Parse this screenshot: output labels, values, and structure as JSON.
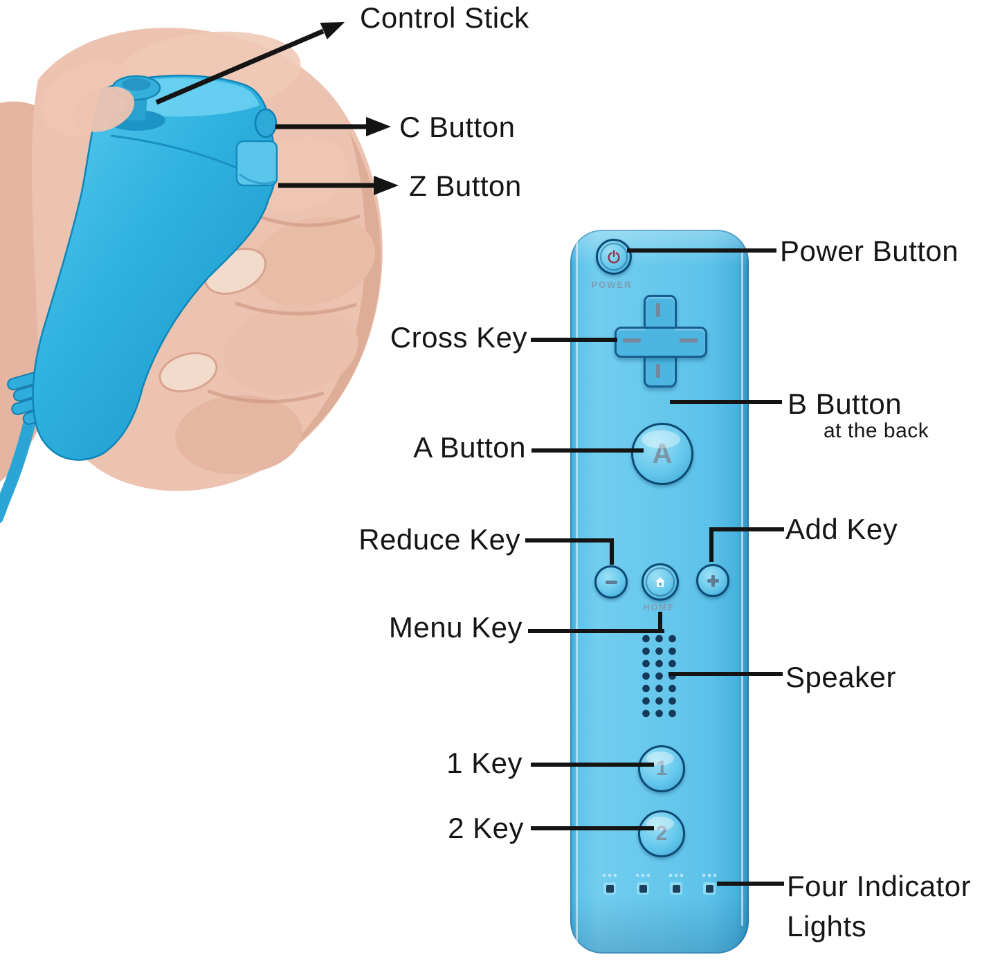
{
  "figure": {
    "kind": "labeled hardware diagram",
    "left_photo": "hand holding nunchuk controller",
    "right_photo": "remote controller front view"
  },
  "nunchuk_labels": {
    "control_stick": "Control Stick",
    "c_button": "C Button",
    "z_button": "Z Button"
  },
  "remote_labels": {
    "power_button": "Power Button",
    "cross_key": "Cross Key",
    "b_button": "B Button",
    "b_button_note": "at the back",
    "a_button": "A Button",
    "reduce_key": "Reduce Key",
    "add_key": "Add Key",
    "menu_key": "Menu Key",
    "speaker": "Speaker",
    "one_key": "1 Key",
    "two_key": "2 Key",
    "indicators_line1": "Four Indicator",
    "indicators_line2": "Lights"
  },
  "device_text": {
    "power": "POWER",
    "home": "HOME",
    "a": "A",
    "one": "1",
    "two": "2",
    "plus": "+",
    "minus": "−"
  },
  "counts": {
    "indicator_lights": 4,
    "speaker_dot_columns": 3,
    "speaker_dot_rows": 7
  },
  "colors": {
    "remote_body": "#5fc3e9",
    "nunchuk_body": "#2eb3e2",
    "skin": "#ecc3b0",
    "label_text": "#151515",
    "callout_line": "#141414",
    "power_glyph": "#8c3e57",
    "device_text": "#7d9cb4",
    "button_ring": "#0d4a73",
    "speaker_dot": "#16395a",
    "indicator_led": "#1f3f5e"
  }
}
